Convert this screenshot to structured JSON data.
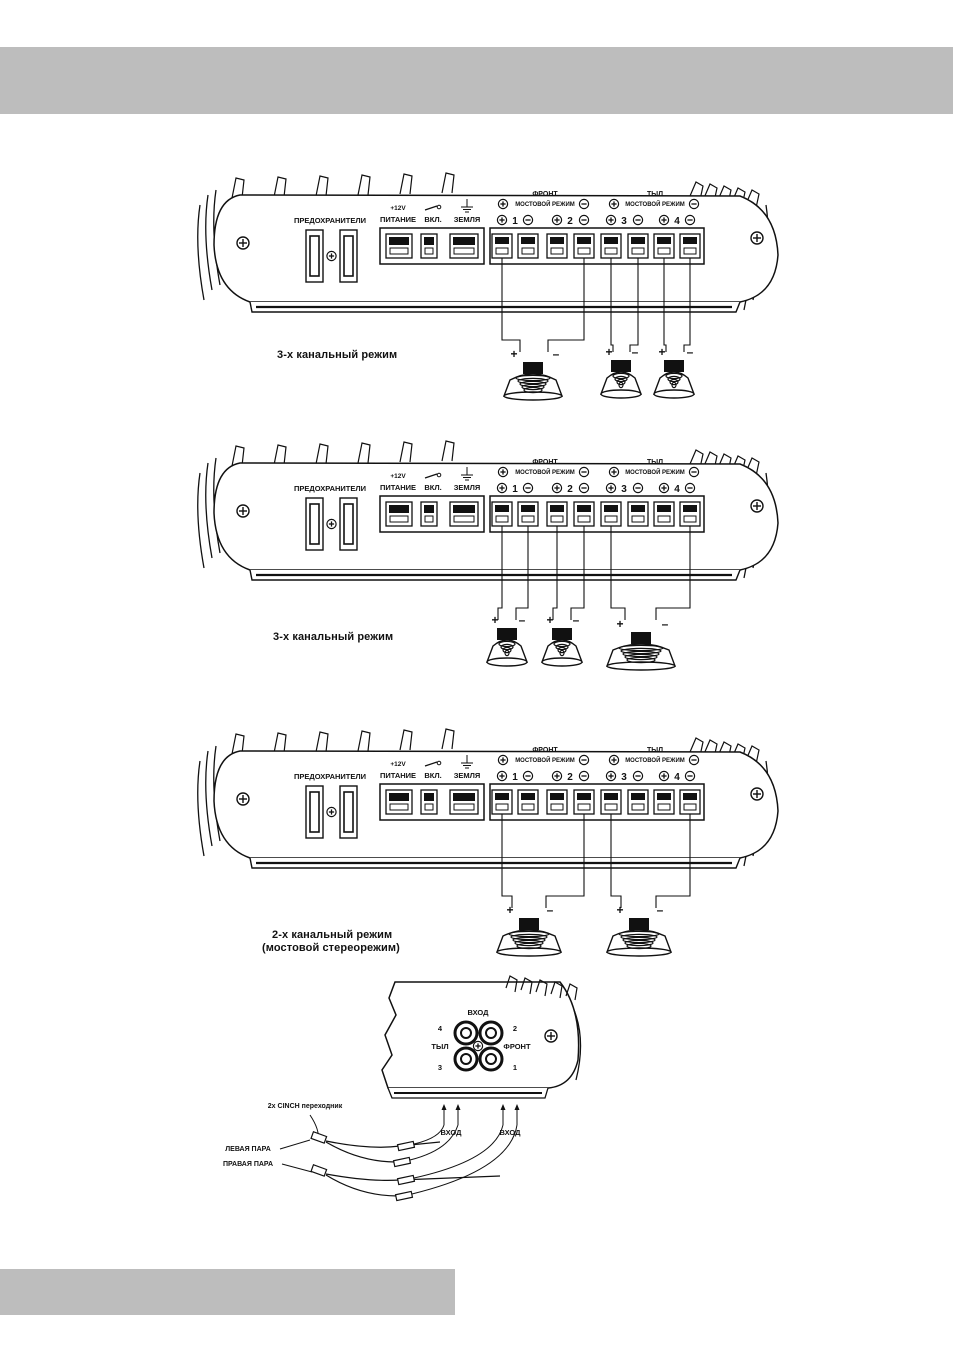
{
  "page": {
    "header_band_color": "#bdbdbd",
    "footer_band_color": "#bdbdbd"
  },
  "amp_labels": {
    "fuses": "ПРЕДОХРАНИТЕЛИ",
    "plus12": "+12V",
    "power": "ПИТАНИЕ",
    "remote": "ВКЛ.",
    "ground": "ЗЕМЛЯ",
    "front": "ФРОНТ",
    "rear": "ТЫЛ",
    "bridge": "МОСТОВОЙ РЕЖИМ",
    "channels": [
      "1",
      "2",
      "3",
      "4"
    ],
    "plus": "+",
    "minus": "–"
  },
  "diagrams": [
    {
      "caption": "3-х канальный режим",
      "caption2": ""
    },
    {
      "caption": "3-х канальный режим",
      "caption2": ""
    },
    {
      "caption": "2-х канальный режим",
      "caption2": "(мостовой стереорежим)"
    }
  ],
  "input_panel": {
    "title": "ВХОД",
    "front": "ФРОНТ",
    "rear": "ТЫЛ",
    "ch1": "1",
    "ch2": "2",
    "ch3": "3",
    "ch4": "4",
    "adapter": "2x CINCH переходник",
    "left_pair": "ЛЕВАЯ ПАРА",
    "right_pair": "ПРАВАЯ ПАРА",
    "input_a": "ВХОД",
    "input_b": "ВХОД"
  }
}
